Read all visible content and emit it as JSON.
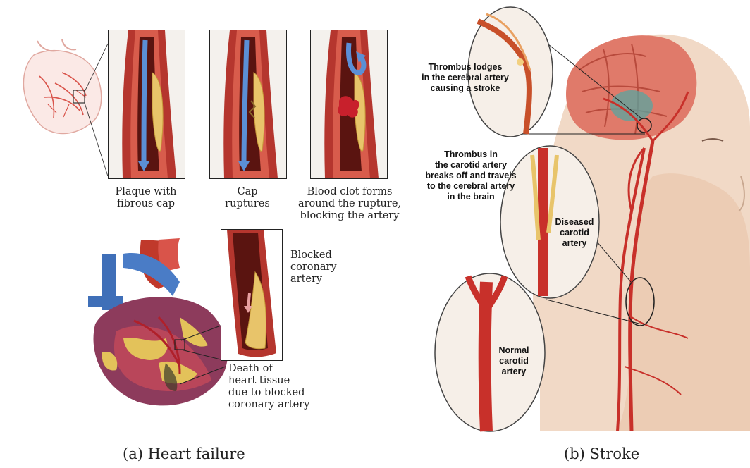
{
  "panel_a": {
    "stages": [
      {
        "label_lines": [
          "Plaque with",
          "fibrous cap"
        ]
      },
      {
        "label_lines": [
          "Cap",
          "ruptures"
        ]
      },
      {
        "label_lines": [
          "Blood clot forms",
          "around the rupture,",
          "blocking the artery"
        ]
      }
    ],
    "blocked_label_lines": [
      "Blocked",
      "coronary",
      "artery"
    ],
    "death_label_lines": [
      "Death of",
      "heart tissue",
      "due to blocked",
      "coronary artery"
    ],
    "caption": "(a) Heart failure"
  },
  "panel_b": {
    "thrombus_lodges_lines": [
      "Thrombus lodges",
      "in the cerebral artery",
      "causing a stroke"
    ],
    "thrombus_carotid_lines": [
      "Thrombus in",
      "the carotid artery",
      "breaks off and travels",
      "to the cerebral artery",
      "in the brain"
    ],
    "diseased_lines": [
      "Diseased",
      "carotid",
      "artery"
    ],
    "normal_lines": [
      "Normal",
      "carotid",
      "artery"
    ],
    "caption": "(b) Stroke"
  },
  "colors": {
    "artery_wall": "#b5362e",
    "artery_dark": "#5a1410",
    "plaque": "#e8c46a",
    "flow_arrow": "#5b8fd6",
    "clot": "#c8202c",
    "skin": "#f1d9c6"
  }
}
